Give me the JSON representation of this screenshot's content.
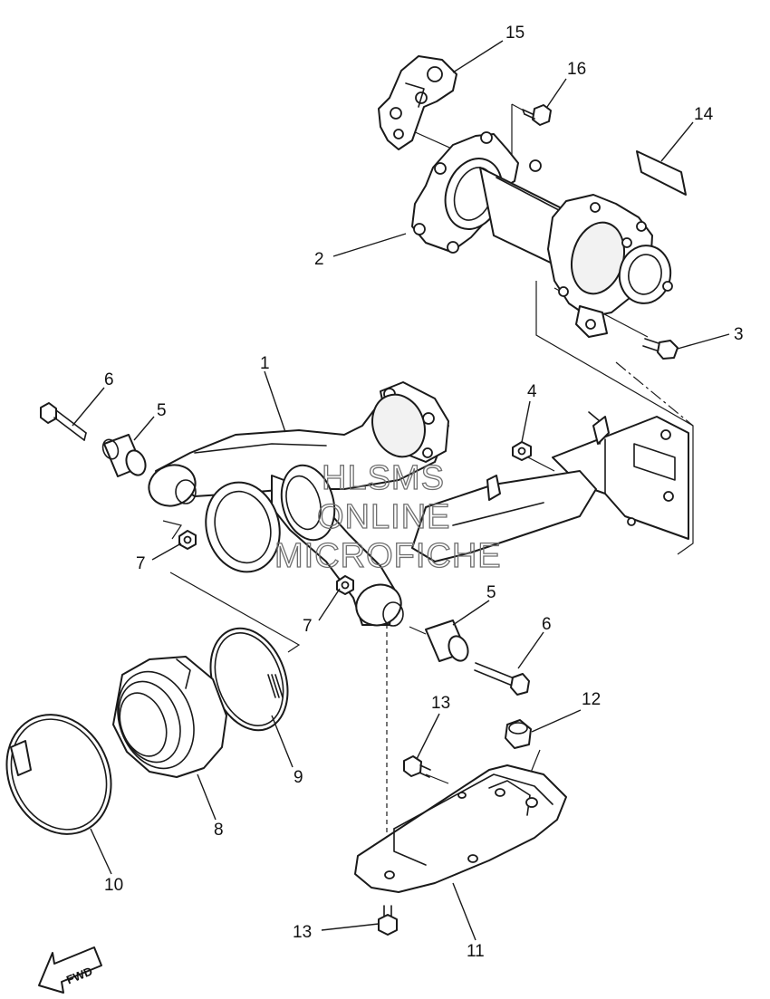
{
  "callouts": {
    "c1": "1",
    "c2": "2",
    "c3": "3",
    "c4": "4",
    "c5a": "5",
    "c5b": "5",
    "c6a": "6",
    "c6b": "6",
    "c7a": "7",
    "c7b": "7",
    "c8": "8",
    "c9": "9",
    "c10": "10",
    "c11": "11",
    "c12": "12",
    "c13a": "13",
    "c13b": "13",
    "c14": "14",
    "c15": "15",
    "c16": "16"
  },
  "watermark": {
    "line1": "HLSMS",
    "line2": "ONLINE",
    "line3": "MICROFICHE"
  },
  "fwd_label": "FWD",
  "icons": {
    "direction": "fwd-arrow-icon"
  }
}
